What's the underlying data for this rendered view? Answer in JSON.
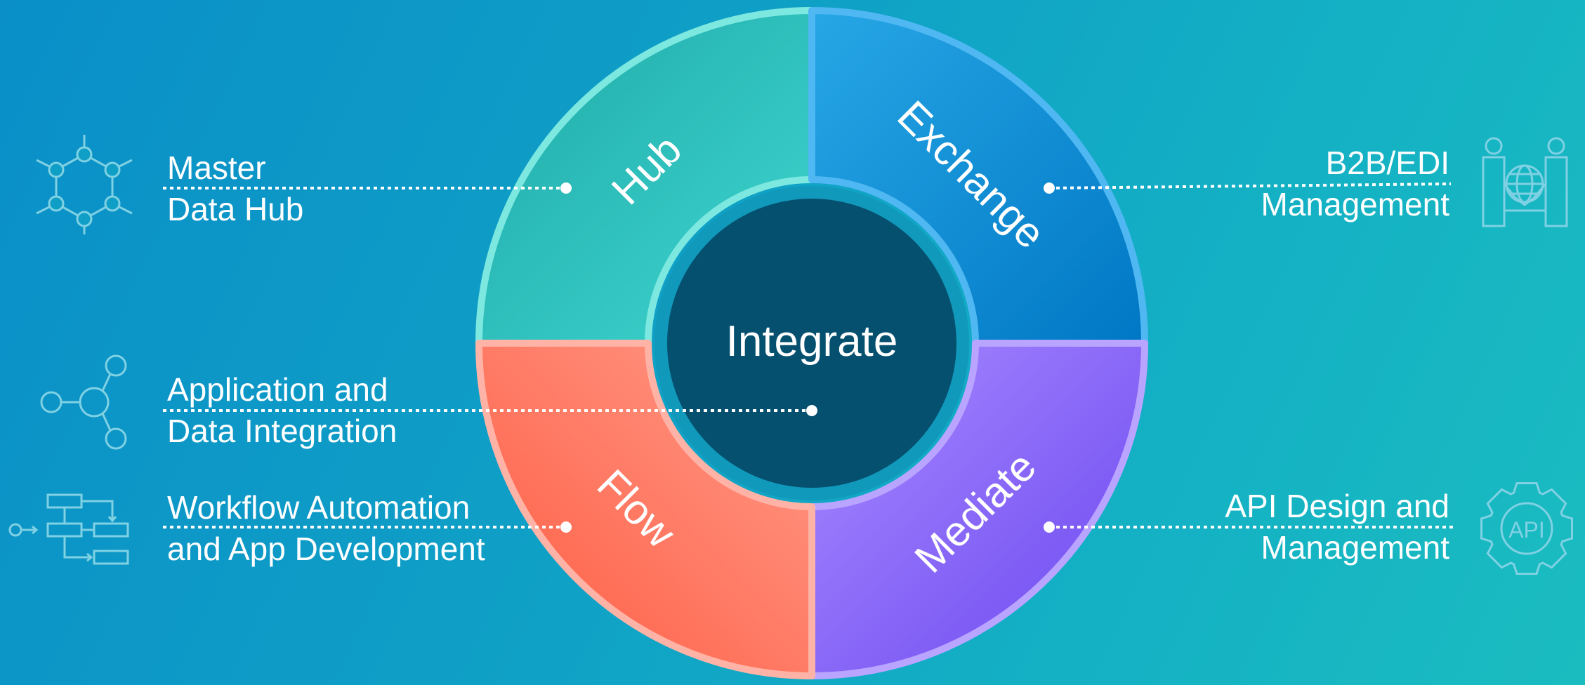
{
  "center": {
    "label": "Integrate"
  },
  "segments": [
    {
      "id": "hub",
      "label": "Hub",
      "color_a": "#1fa9a8",
      "color_b": "#3fd6d0",
      "border": "#7de8df"
    },
    {
      "id": "exchange",
      "label": "Exchange",
      "color_a": "#27a7e6",
      "color_b": "#0077c4",
      "border": "#4fb7f2"
    },
    {
      "id": "mediate",
      "label": "Mediate",
      "color_a": "#a98bff",
      "color_b": "#6a46f0",
      "border": "#b9a4ff"
    },
    {
      "id": "flow",
      "label": "Flow",
      "color_a": "#ff5a40",
      "color_b": "#ff9c8a",
      "border": "#ffb3a6"
    }
  ],
  "callouts": [
    {
      "id": "master-data-hub",
      "line1": "Master",
      "line2": "Data Hub",
      "icon": "molecule-network-icon"
    },
    {
      "id": "application-data-integration",
      "line1": "Application and",
      "line2": "Data Integration",
      "icon": "share-nodes-icon"
    },
    {
      "id": "workflow-automation",
      "line1": "Workflow Automation",
      "line2": "and App Development",
      "icon": "flowchart-icon"
    },
    {
      "id": "b2b-edi",
      "line1": "B2B/EDI",
      "line2": "Management",
      "icon": "handshake-globe-icon"
    },
    {
      "id": "api-design",
      "line1": "API Design and",
      "line2": "Management",
      "icon": "api-gear-icon"
    }
  ],
  "icon_text": {
    "api": "API"
  },
  "colors": {
    "center_fill": "#05506f",
    "center_ring": "#1199bb",
    "text": "#ffffff",
    "icon_stroke": "#7fd1e3"
  }
}
